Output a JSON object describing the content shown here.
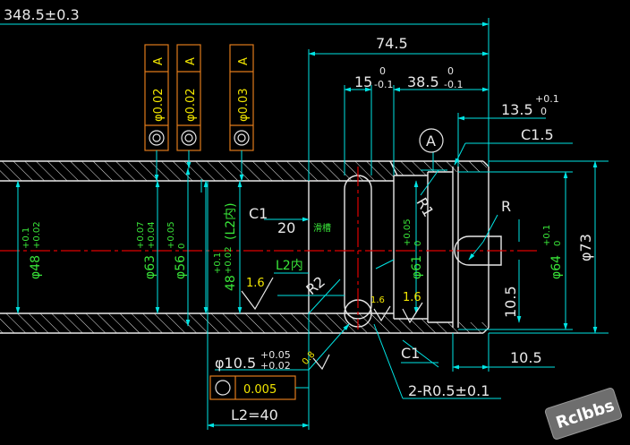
{
  "colors": {
    "background": "#000000",
    "outline": "#e8e8e8",
    "dimension": "#00e5e5",
    "hatch": "#e8e8e8",
    "center_line": "#e00000",
    "tolerance_frame": "#e07a1a",
    "green_text": "#39e639",
    "yellow_text": "#f2e600"
  },
  "dims": {
    "overall_length": "348.5±0.3",
    "length_74_5": "74.5",
    "slot_width": "15",
    "slot_width_upper": "0",
    "slot_width_lower": "-0.1",
    "length_38_5": "38.5",
    "length_38_5_upper": "0",
    "length_38_5_lower": "-0.1",
    "length_13_5": "13.5",
    "length_13_5_upper": "+0.1",
    "length_13_5_lower": "0",
    "chamfer_c1_5": "C1.5",
    "chamfer_c1_left": "C1",
    "chamfer_c1_bottom": "C1",
    "radius_r1": "R1",
    "radius_r2": "R2",
    "radius_r": "R",
    "length_20": "20",
    "length_10_5_v": "10.5",
    "length_10_5_h": "10.5",
    "diameter_73": "φ73",
    "two_r0_5": "2-R0.5±0.1",
    "length_l2": "L2=40",
    "diameter_10_5": "φ10.5",
    "diameter_10_5_upper": "+0.05",
    "diameter_10_5_lower": "+0.02",
    "datum_label": "A"
  },
  "green_dims": {
    "d48": "φ48",
    "d48_upper": "+0.1",
    "d48_lower": "+0.02",
    "d63": "φ63",
    "d63_upper": "+0.07",
    "d63_lower": "+0.04",
    "d56": "φ56",
    "d56_upper": "+0.05",
    "d56_lower": "0",
    "d48_l2": "48",
    "d48_l2_upper": "+0.1",
    "d48_l2_lower": "+0.02",
    "d48_l2_note": "(L2内)",
    "d61": "φ61",
    "d61_upper": "+0.05",
    "d61_lower": "0",
    "d64": "φ64",
    "d64_upper": "+0.1",
    "d64_lower": "0",
    "l2_inner": "L2内",
    "slot_note": "滑槽"
  },
  "surface_finish": {
    "ra_1": "1.6",
    "ra_2": "1.6",
    "ra_3": "1.6",
    "ra_small": "0.8"
  },
  "tolerance_frames": [
    {
      "value": "φ0.02",
      "datum": "A"
    },
    {
      "value": "φ0.02",
      "datum": "A"
    },
    {
      "value": "φ0.03",
      "datum": "A"
    }
  ],
  "bottom_frame": {
    "value": "0.005"
  },
  "watermark": "Rclbbs"
}
